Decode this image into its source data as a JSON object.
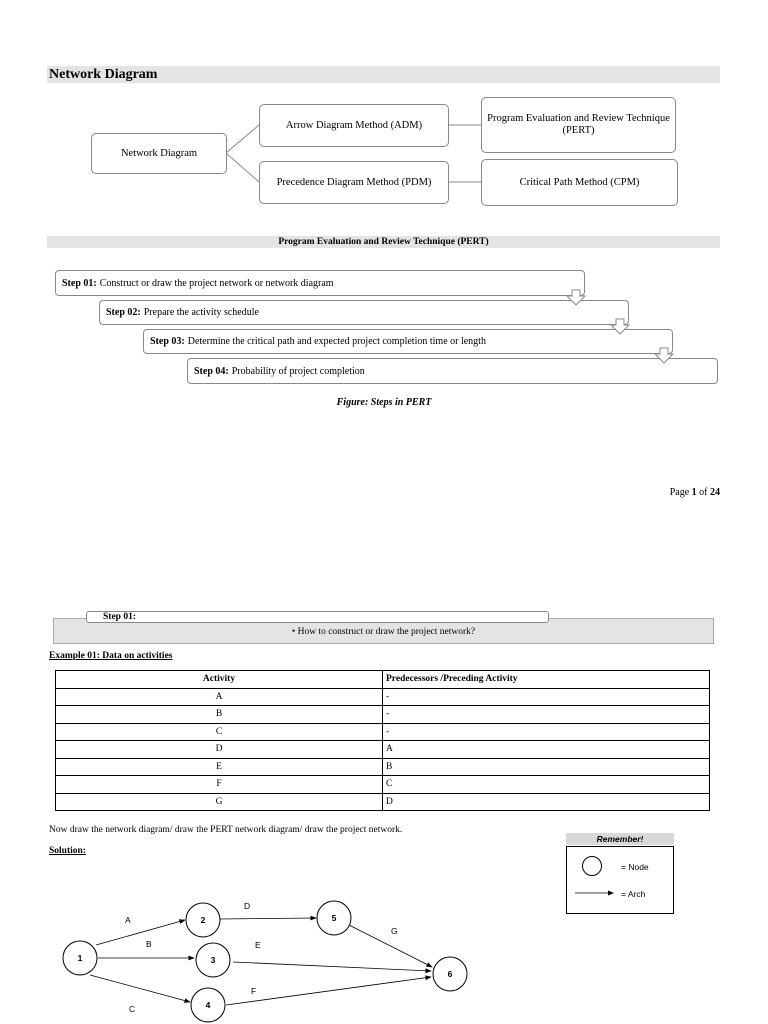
{
  "section_title": "Network Diagram",
  "top_diagram": {
    "root": "Network Diagram",
    "adm": "Arrow Diagram Method (ADM)",
    "pdm": "Precedence Diagram Method (PDM)",
    "pert": "Program Evaluation and Review Technique (PERT)",
    "cpm": "Critical Path Method (CPM)"
  },
  "pert_title": "Program Evaluation and Review Technique (PERT)",
  "steps": [
    {
      "label": "Step 01:",
      "text": "Construct or draw the project network or network diagram"
    },
    {
      "label": "Step 02:",
      "text": "Prepare the activity schedule"
    },
    {
      "label": "Step 03:",
      "text": "Determine the critical path and expected project completion time or length"
    },
    {
      "label": "Step 04:",
      "text": "Probability of project completion"
    }
  ],
  "figure_caption": "Figure: Steps in PERT",
  "page_number": {
    "prefix": "Page ",
    "current": "1",
    "of": " of ",
    "total": "24"
  },
  "step01_box": {
    "label": "Step 01:",
    "bullet": "How to construct or draw the project network?"
  },
  "example_title": "Example 01: Data on activities",
  "table": {
    "headers": [
      "Activity",
      "Predecessors /Preceding Activity"
    ],
    "rows": [
      [
        "A",
        "-"
      ],
      [
        "B",
        "-"
      ],
      [
        "C",
        "-"
      ],
      [
        "D",
        "A"
      ],
      [
        "E",
        "B"
      ],
      [
        "F",
        "C"
      ],
      [
        "G",
        "D"
      ]
    ]
  },
  "instruction": "Now draw the network diagram/ draw the PERT network diagram/ draw the project network.",
  "solution_label": "Solution:",
  "remember": {
    "title": "Remember!",
    "node_label": "= Node",
    "arch_label": "= Arch"
  },
  "network": {
    "nodes": [
      "1",
      "2",
      "3",
      "4",
      "5",
      "6"
    ],
    "edges": [
      "A",
      "B",
      "C",
      "D",
      "E",
      "F",
      "G"
    ]
  }
}
